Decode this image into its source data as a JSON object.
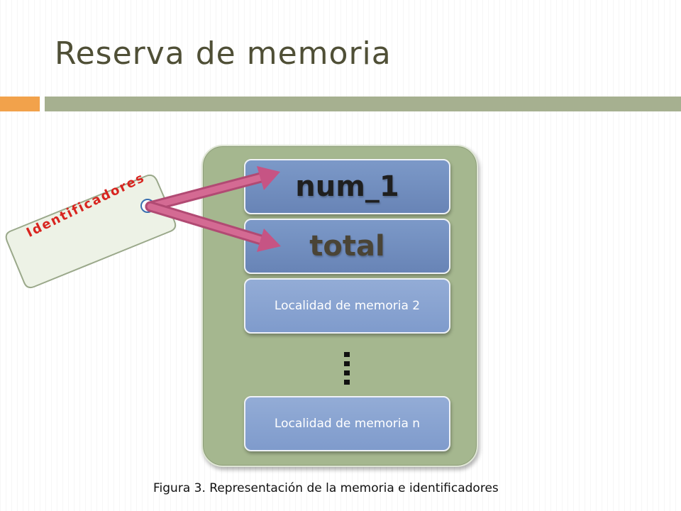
{
  "slide": {
    "title": "Reserva de memoria",
    "caption": "Figura 3. Representación de la memoria e identificadores"
  },
  "diagram": {
    "tag_label": "Identificadores",
    "cells": [
      {
        "label": "num_1"
      },
      {
        "label": "total"
      },
      {
        "label": "Localidad de memoria 2"
      },
      {
        "label": "Localidad de memoria n"
      }
    ],
    "ellipsis": "...."
  },
  "colors": {
    "title": "#4f4f36",
    "accent_orange": "#f2a24b",
    "accent_olive": "#a6b090",
    "panel": "#a5b78f",
    "cell_blue": "#7c99c8",
    "arrow": "#c0507a",
    "tag_text": "#d8241f"
  }
}
